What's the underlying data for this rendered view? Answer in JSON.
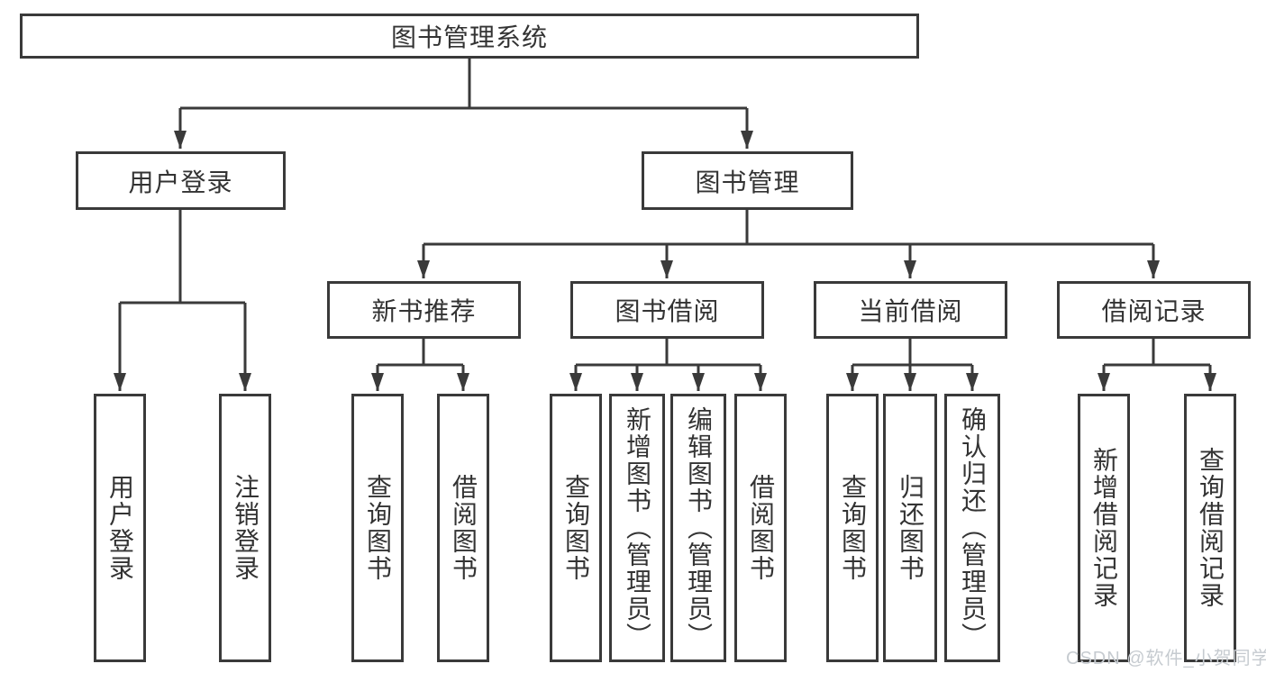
{
  "diagram": {
    "root": {
      "label": "图书管理系统"
    },
    "branches": [
      {
        "label": "用户登录",
        "children": [
          {
            "label": "用户登录"
          },
          {
            "label": "注销登录"
          }
        ]
      },
      {
        "label": "图书管理",
        "children": [
          {
            "label": "新书推荐",
            "children": [
              {
                "label": "查询图书"
              },
              {
                "label": "借阅图书"
              }
            ]
          },
          {
            "label": "图书借阅",
            "children": [
              {
                "label": "查询图书"
              },
              {
                "label": "新增图书（管理员）"
              },
              {
                "label": "编辑图书（管理员）"
              },
              {
                "label": "借阅图书"
              }
            ]
          },
          {
            "label": "当前借阅",
            "children": [
              {
                "label": "查询图书"
              },
              {
                "label": "归还图书"
              },
              {
                "label": "确认归还（管理员）"
              }
            ]
          },
          {
            "label": "借阅记录",
            "children": [
              {
                "label": "新增借阅记录"
              },
              {
                "label": "查询借阅记录"
              }
            ]
          }
        ]
      }
    ]
  },
  "watermark": {
    "text": "CSDN @软件_小贺同学"
  },
  "colors": {
    "line": "#3a3a3a",
    "text": "#333333",
    "watermark": "#c6cbd0",
    "background": "#ffffff"
  }
}
